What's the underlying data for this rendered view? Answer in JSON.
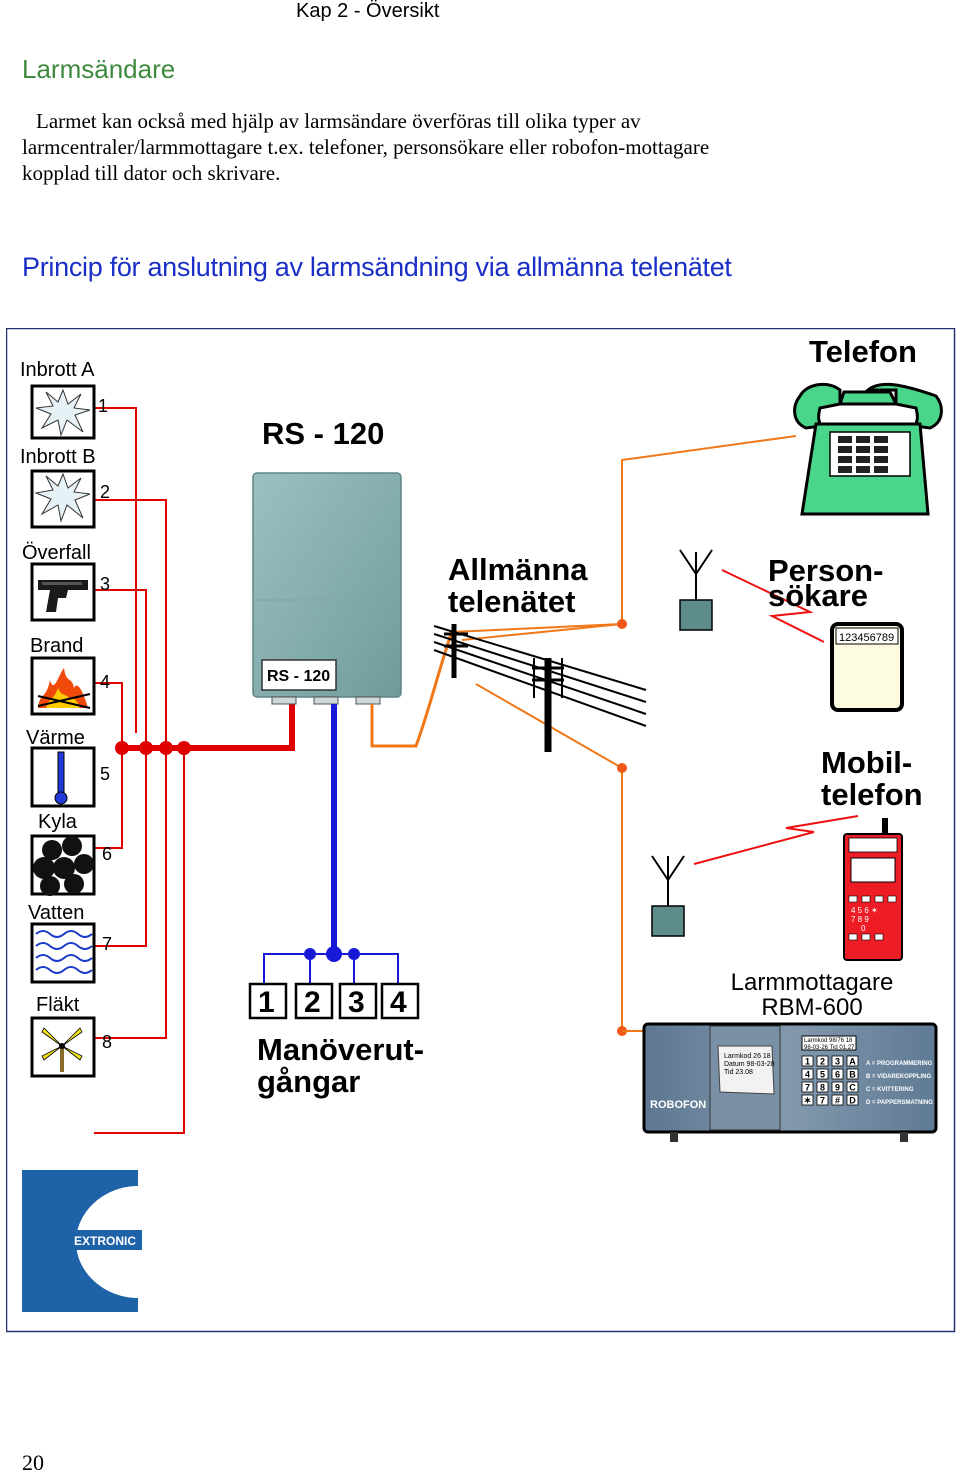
{
  "header": {
    "chapter": "Kap 2 - Översikt"
  },
  "section": {
    "title": "Larmsändare"
  },
  "intro": {
    "text": "Larmet kan också med hjälp av larmsändare överföras till olika typer av larmcentraler/larmmottagare t.ex. telefoner, personsökare eller robofon-mottagare kopplad till dator och skrivare."
  },
  "diagram": {
    "title": "Princip för anslutning av larmsändning via allmänna telenätet",
    "inputs": [
      {
        "label": "Inbrott A",
        "number": "1",
        "icon": "burst-icon"
      },
      {
        "label": "Inbrott B",
        "number": "2",
        "icon": "burst-icon"
      },
      {
        "label": "Överfall",
        "number": "3",
        "icon": "pistol-icon"
      },
      {
        "label": "Brand",
        "number": "4",
        "icon": "fire-icon"
      },
      {
        "label": "Värme",
        "number": "5",
        "icon": "thermometer-icon"
      },
      {
        "label": "Kyla",
        "number": "6",
        "icon": "snowball-icon"
      },
      {
        "label": "Vatten",
        "number": "7",
        "icon": "water-waves-icon"
      },
      {
        "label": "Fläkt",
        "number": "8",
        "icon": "windmill-icon"
      }
    ],
    "transmitter": {
      "title": "RS - 120",
      "label": "RS - 120"
    },
    "network": {
      "line1": "Allmänna",
      "line2": "telenätet"
    },
    "telephone": {
      "label": "Telefon"
    },
    "pager": {
      "line1": "Person-",
      "line2": "sökare",
      "display": "123456789"
    },
    "mobile": {
      "line1": "Mobil-",
      "line2": "telefon",
      "keys_row1": "4   5   6   ✶",
      "keys_row2": "7   8   9",
      "keys_row3": "0"
    },
    "outputs": {
      "numbers": [
        "1",
        "2",
        "3",
        "4"
      ],
      "line1": "Manöverut-",
      "line2": "gångar"
    },
    "receiver": {
      "line1": "Larmmottagare",
      "line2": "RBM-600",
      "brand": "ROBOFON",
      "display1": "Larmkod 98/76 18",
      "display2": "98-03-26   Tid 01.27",
      "paper1": "Larmkod  26 18",
      "paper2": "Datum 98-03-28",
      "paper3": "Tid 23.08",
      "keys": [
        "1",
        "2",
        "3",
        "A",
        "4",
        "5",
        "6",
        "B",
        "7",
        "8",
        "9",
        "C",
        "✶",
        "7",
        "#",
        "D"
      ],
      "legend": [
        "A = PROGRAMMERING",
        "B = VIDAREKOPPLING",
        "C = KVITTERING",
        "D = PAPPERSMATNING"
      ]
    },
    "logo": {
      "text": "EXTRONIC"
    }
  },
  "page_number": "20",
  "colors": {
    "green_heading": "#3f8a3f",
    "blue_heading": "#1a2fc6",
    "wire_red": "#e00000",
    "wire_blue": "#1818d8",
    "wire_orange": "#f07818",
    "phone_green": "#49d68a",
    "logo_blue": "#1e63a8"
  }
}
